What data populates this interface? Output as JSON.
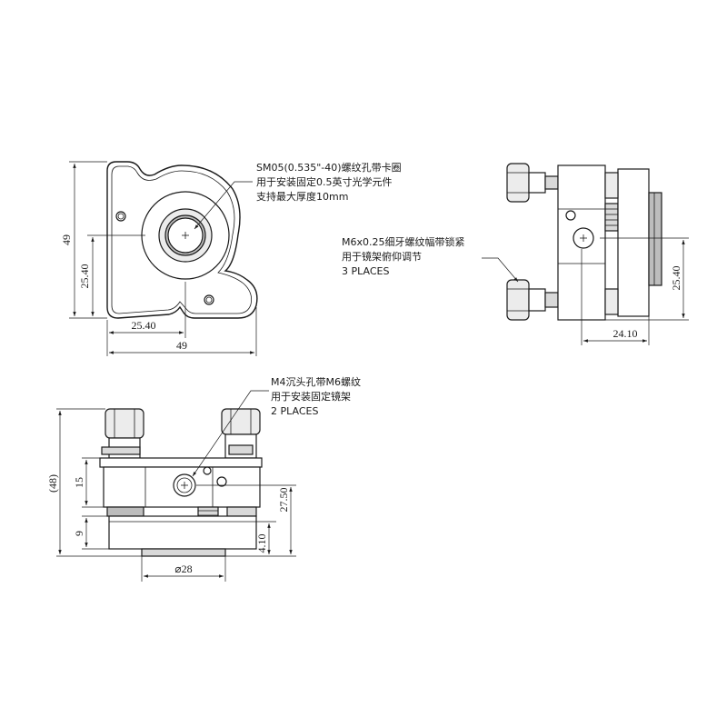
{
  "front_view": {
    "dims": {
      "height_overall": "49",
      "height_center": "25.40",
      "width_center": "25.40",
      "width_overall": "49"
    },
    "callout": {
      "line1": "SM05(0.535\"-40)螺纹孔带卡圈",
      "line2": "用于安装固定0.5英寸光学元件",
      "line3": "支持最大厚度10mm"
    }
  },
  "side_view": {
    "dims": {
      "height_center": "25.40",
      "depth": "24.10"
    },
    "callout": {
      "line1": "M6x0.25细牙螺纹幅带锁紧",
      "line2": "用于镜架俯仰调节",
      "line3": "3 PLACES"
    }
  },
  "bottom_view": {
    "dims": {
      "height_overall": "(48)",
      "block_height": "15",
      "base_height": "9",
      "center_height": "27.50",
      "offset": "4.10",
      "diameter": "⌀28"
    },
    "callout": {
      "line1": "M4沉头孔带M6螺纹",
      "line2": "用于安装固定镜架",
      "line3": "2 PLACES"
    }
  }
}
